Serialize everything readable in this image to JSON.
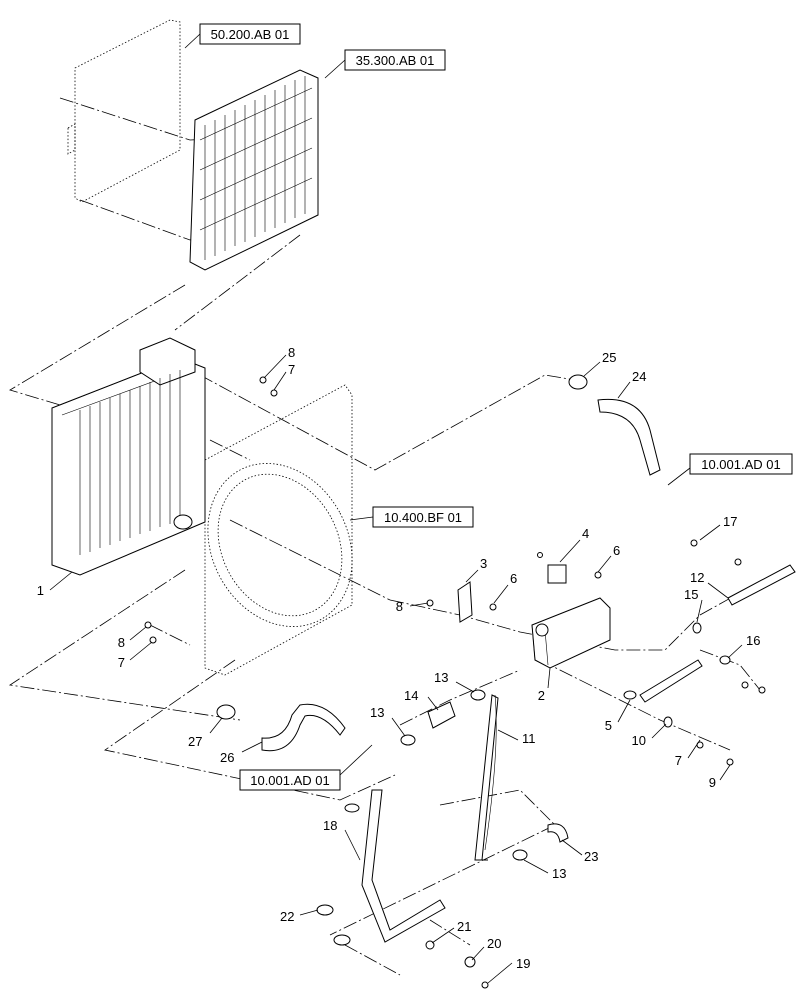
{
  "references": [
    {
      "id": "ref-50-200",
      "label": "50.200.AB 01"
    },
    {
      "id": "ref-35-300",
      "label": "35.300.AB 01"
    },
    {
      "id": "ref-10-001-top",
      "label": "10.001.AD 01"
    },
    {
      "id": "ref-10-400",
      "label": "10.400.BF 01"
    },
    {
      "id": "ref-10-001-bottom",
      "label": "10.001.AD 01"
    }
  ],
  "callouts": [
    {
      "id": "c1",
      "label": "1"
    },
    {
      "id": "c2",
      "label": "2"
    },
    {
      "id": "c3",
      "label": "3"
    },
    {
      "id": "c4",
      "label": "4"
    },
    {
      "id": "c5",
      "label": "5"
    },
    {
      "id": "c6a",
      "label": "6"
    },
    {
      "id": "c6b",
      "label": "6"
    },
    {
      "id": "c7a",
      "label": "7"
    },
    {
      "id": "c7b",
      "label": "7"
    },
    {
      "id": "c7c",
      "label": "7"
    },
    {
      "id": "c8a",
      "label": "8"
    },
    {
      "id": "c8b",
      "label": "8"
    },
    {
      "id": "c8c",
      "label": "8"
    },
    {
      "id": "c9",
      "label": "9"
    },
    {
      "id": "c10",
      "label": "10"
    },
    {
      "id": "c11",
      "label": "11"
    },
    {
      "id": "c12",
      "label": "12"
    },
    {
      "id": "c13a",
      "label": "13"
    },
    {
      "id": "c13b",
      "label": "13"
    },
    {
      "id": "c13c",
      "label": "13"
    },
    {
      "id": "c14",
      "label": "14"
    },
    {
      "id": "c15",
      "label": "15"
    },
    {
      "id": "c16",
      "label": "16"
    },
    {
      "id": "c17",
      "label": "17"
    },
    {
      "id": "c18",
      "label": "18"
    },
    {
      "id": "c19",
      "label": "19"
    },
    {
      "id": "c20",
      "label": "20"
    },
    {
      "id": "c21",
      "label": "21"
    },
    {
      "id": "c22",
      "label": "22"
    },
    {
      "id": "c23",
      "label": "23"
    },
    {
      "id": "c24",
      "label": "24"
    },
    {
      "id": "c25",
      "label": "25"
    },
    {
      "id": "c26",
      "label": "26"
    },
    {
      "id": "c27",
      "label": "27"
    }
  ]
}
